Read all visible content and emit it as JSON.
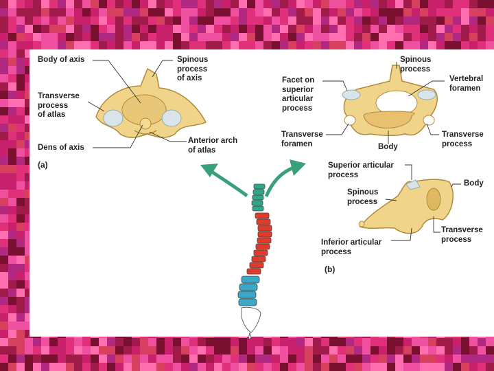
{
  "colors": {
    "background_pattern": [
      "#e0307a",
      "#c8206a",
      "#f050a0",
      "#a01a4a",
      "#ff6fb0",
      "#7a1030",
      "#d84060",
      "#b02880"
    ],
    "panel": "#ffffff",
    "bone": "#f0d48a",
    "bone_shade": "#c9a24a",
    "cartilage": "#d8e4ea",
    "arrow": "#3aa07a",
    "cervical": "#2fa88a",
    "thoracic": "#e23a2a",
    "lumbar": "#3aa8c8",
    "sacrum": "#ffffff"
  },
  "panel_a": {
    "tag": "(a)",
    "labels": {
      "body_of_axis": "Body of axis",
      "spinous_process_of_axis": "Spinous\nprocess\nof axis",
      "transverse_process_of_atlas": "Transverse\nprocess\nof atlas",
      "dens_of_axis": "Dens of axis",
      "anterior_arch_of_atlas": "Anterior arch\nof atlas"
    }
  },
  "panel_b": {
    "tag": "(b)",
    "labels": {
      "spinous_process_top": "Spinous\nprocess",
      "facet_on_superior_articular_process": "Facet on\nsuperior\narticular\nprocess",
      "vertebral_foramen": "Vertebral\nforamen",
      "transverse_foramen": "Transverse\nforamen",
      "body_top": "Body",
      "transverse_process_top": "Transverse\nprocess",
      "superior_articular_process": "Superior articular\nprocess",
      "body_side": "Body",
      "spinous_process_side": "Spinous\nprocess",
      "transverse_process_side": "Transverse\nprocess",
      "inferior_articular_process": "Inferior articular\nprocess"
    }
  }
}
